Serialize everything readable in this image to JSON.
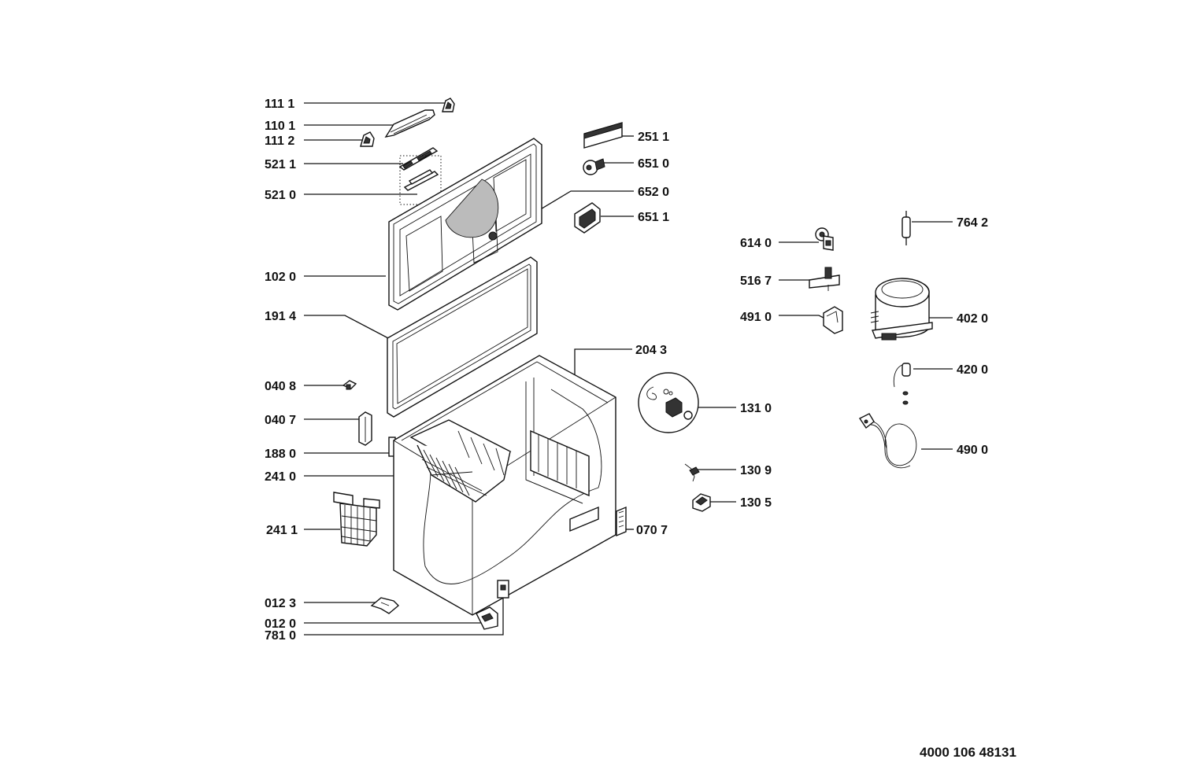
{
  "labels": {
    "p1111": "111 1",
    "p1101": "110 1",
    "p1112": "111 2",
    "p5211": "521 1",
    "p5210": "521 0",
    "p1020": "102 0",
    "p1914": "191 4",
    "p0408": "040 8",
    "p0407": "040 7",
    "p1880": "188 0",
    "p2410": "241 0",
    "p2411": "241 1",
    "p0123": "012 3",
    "p0120": "012 0",
    "p7810": "781 0",
    "p2511": "251 1",
    "p6510": "651 0",
    "p6520": "652 0",
    "p6511": "651 1",
    "p2043": "204 3",
    "p1310": "131 0",
    "p1309": "130 9",
    "p1305": "130 5",
    "p0707": "070 7",
    "p6140": "614 0",
    "p5167": "516 7",
    "p4910": "491 0",
    "p7642": "764 2",
    "p4020": "402 0",
    "p4200": "420 0",
    "p4900": "490 0"
  },
  "reference_number": "4000 106 48131"
}
